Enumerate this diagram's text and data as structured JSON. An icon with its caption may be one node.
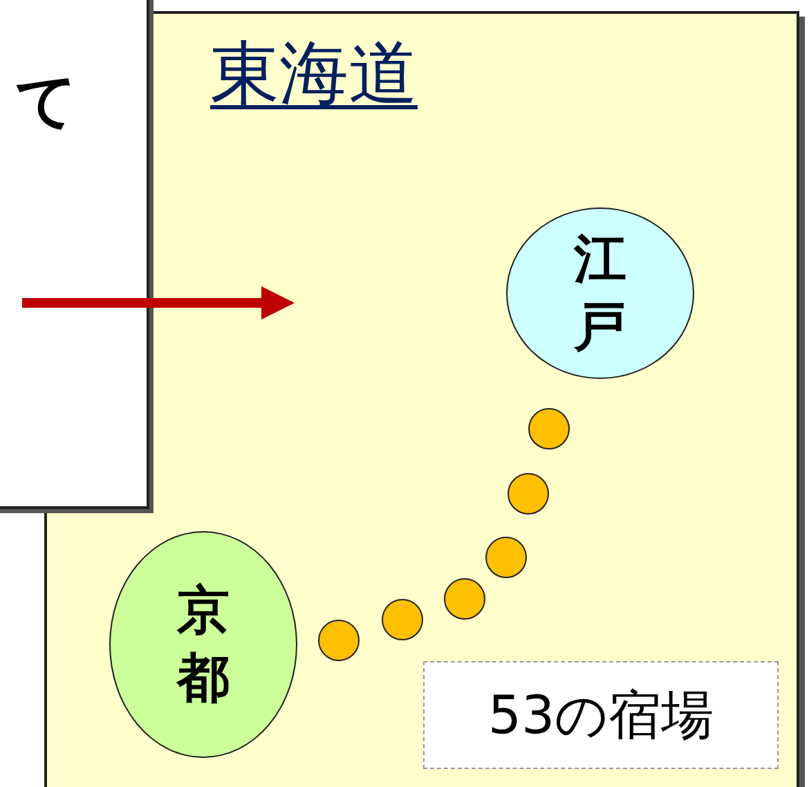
{
  "diagram": {
    "nodes": [
      {
        "text": [
          "て"
        ]
      },
      {
        "text": [
          "東海道"
        ]
      },
      {
        "text": [
          "江戸"
        ],
        "in": 1
      },
      {
        "text": [
          "京都"
        ],
        "in": 1
      },
      {
        "text": [],
        "shape": "circle",
        "in": 1
      },
      {
        "text": [],
        "shape": "circle",
        "in": 1
      },
      {
        "text": [],
        "shape": "circle",
        "in": 1
      },
      {
        "text": [],
        "shape": "circle",
        "in": 1
      },
      {
        "text": [],
        "shape": "circle",
        "in": 1
      },
      {
        "text": [],
        "shape": "circle",
        "in": 1
      },
      {
        "text": [
          "53の宿場"
        ],
        "in": 1
      }
    ]
  }
}
